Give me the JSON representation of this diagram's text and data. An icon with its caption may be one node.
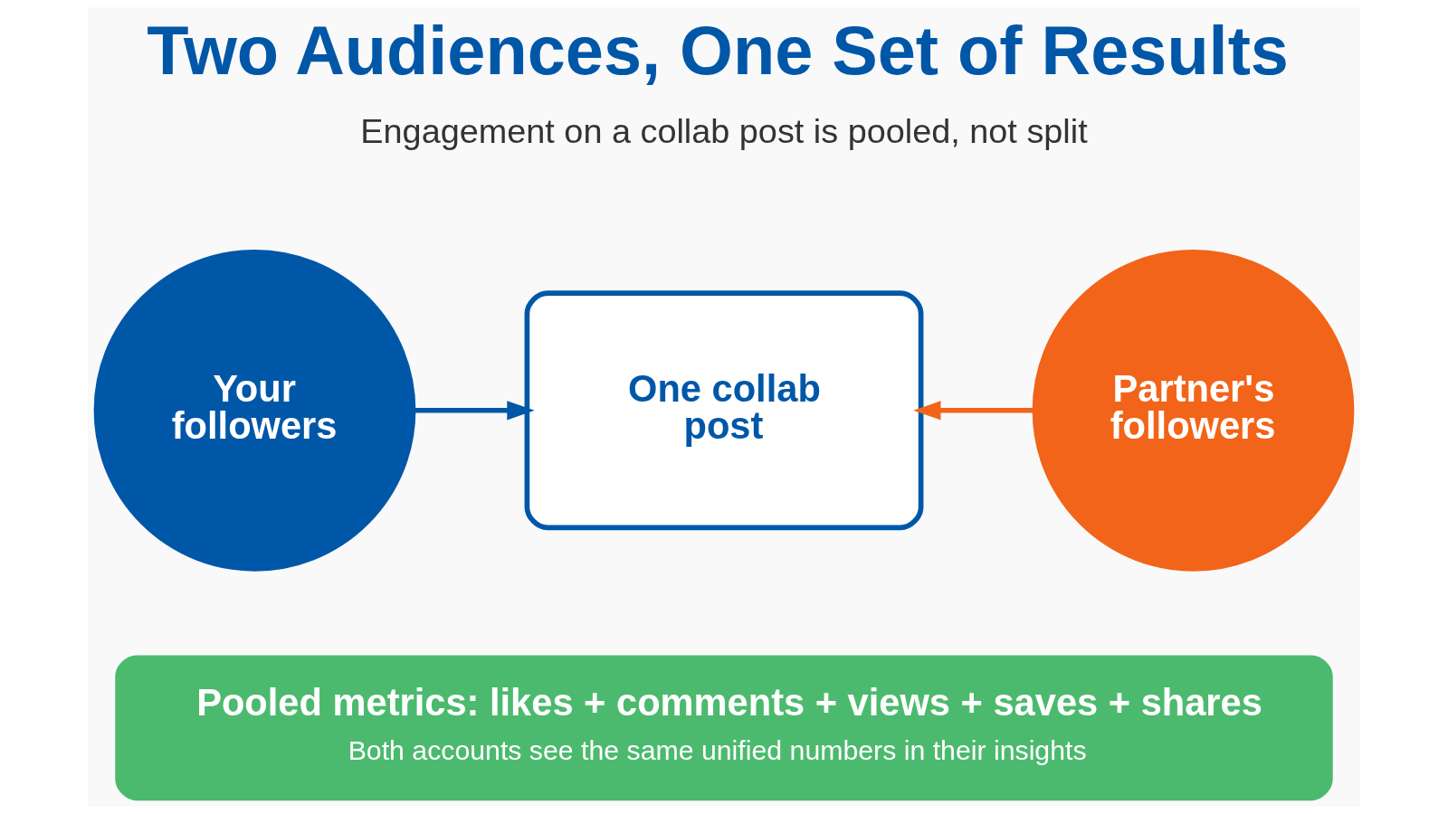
{
  "diagram": {
    "title": "Two Audiences, One Set of Results",
    "nodes": [
      {
        "text": [
          "Your followers"
        ]
      },
      {
        "text": [
          "One collab post"
        ]
      },
      {
        "text": [
          "Partner's followers"
        ]
      },
      {
        "text": [
          "Pooled metrics: likes + comments + views + saves + shares",
          "Both accounts see the same unified numbers in their insights"
        ]
      }
    ],
    "edges": [
      {
        "from": 0,
        "to": 1,
        "arrow": "to",
        "color": "#0057a8"
      },
      {
        "from": 2,
        "to": 1,
        "arrow": "to",
        "color": "#f26419"
      }
    ],
    "labels": [
      "Engagement on a collab post is pooled, not split"
    ]
  }
}
